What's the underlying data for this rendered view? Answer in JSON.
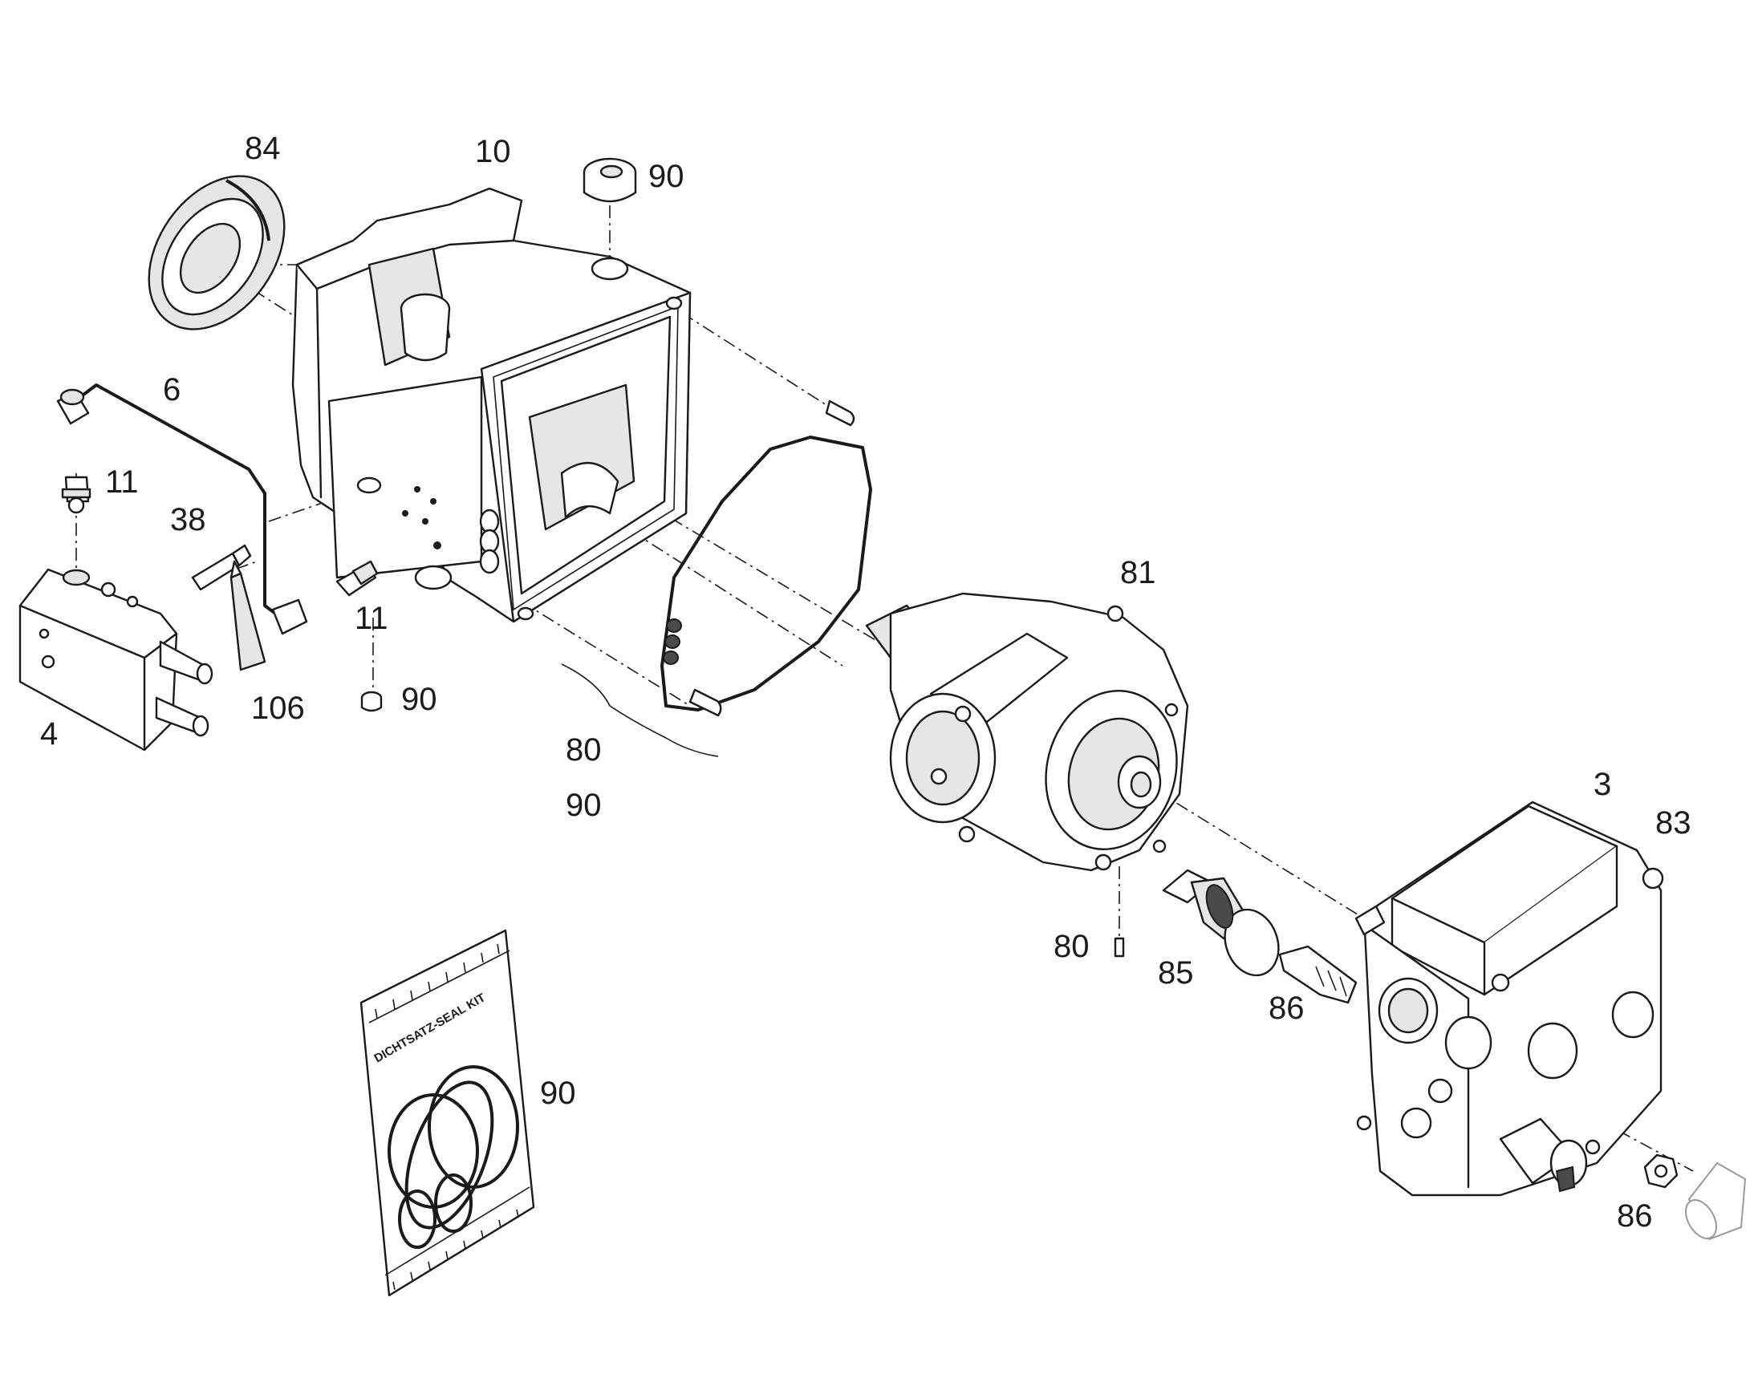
{
  "callouts": {
    "part_84": "84",
    "part_10": "10",
    "part_90_plug": "90",
    "part_6": "6",
    "part_11_upper": "11",
    "part_38": "38",
    "part_11_lower": "11",
    "part_106": "106",
    "part_4": "4",
    "part_90_small_plug": "90",
    "part_80_pins": "80",
    "part_90_pins": "90",
    "part_81": "81",
    "part_3": "3",
    "part_83": "83",
    "part_80_small_pin": "80",
    "part_85": "85",
    "part_86_stud": "86",
    "part_90_seal_kit": "90",
    "part_86_nut": "86"
  },
  "seal_kit_label": "DICHTSATZ-SEAL KIT"
}
